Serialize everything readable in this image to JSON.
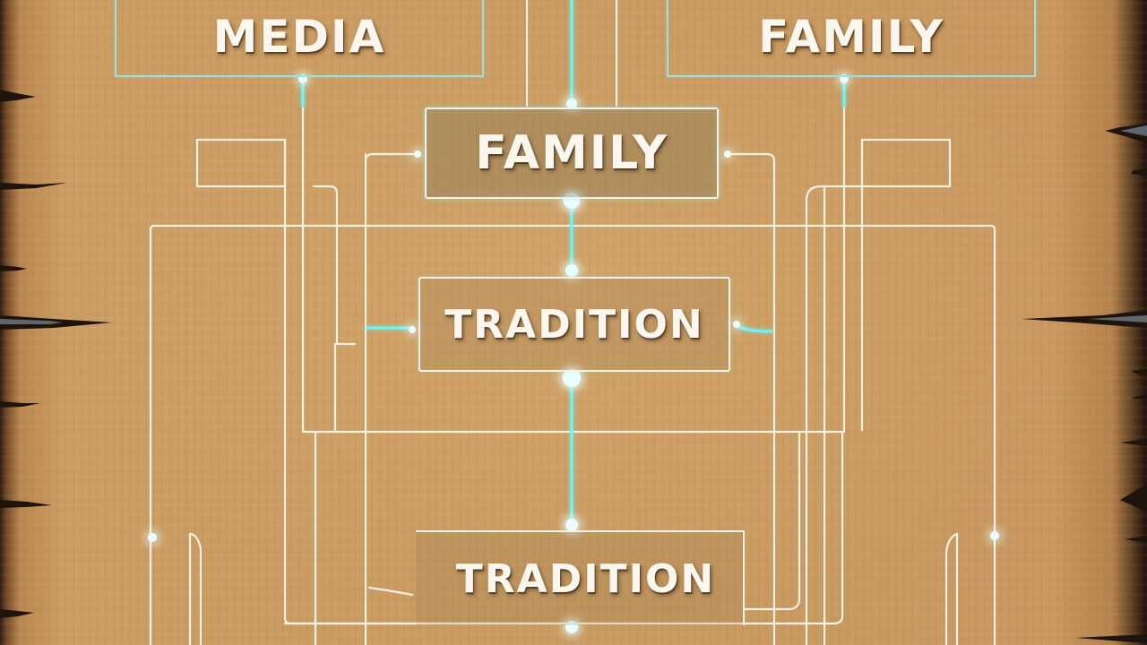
{
  "diagram": {
    "nodes": [
      {
        "id": "media",
        "label": "MEDIA",
        "position": "top-left"
      },
      {
        "id": "family_top",
        "label": "FAMILY",
        "position": "top-right"
      },
      {
        "id": "family_center",
        "label": "FAMILY",
        "position": "center-upper"
      },
      {
        "id": "tradition_center",
        "label": "TRADITION",
        "position": "center-middle"
      },
      {
        "id": "tradition_bottom",
        "label": "TRADITION",
        "position": "center-bottom"
      }
    ],
    "edges": [
      {
        "from": "media",
        "to": "tradition_center"
      },
      {
        "from": "family_top",
        "to": "tradition_center"
      },
      {
        "from": "family_center",
        "to": "tradition_center"
      },
      {
        "from": "tradition_center",
        "to": "tradition_bottom"
      }
    ],
    "colors": {
      "background": "#c89a60",
      "wire": "#f6f1e4",
      "glow": "#5ff0f5",
      "box_border_top": "#9fe0da",
      "label": "#fbf7ee"
    }
  }
}
